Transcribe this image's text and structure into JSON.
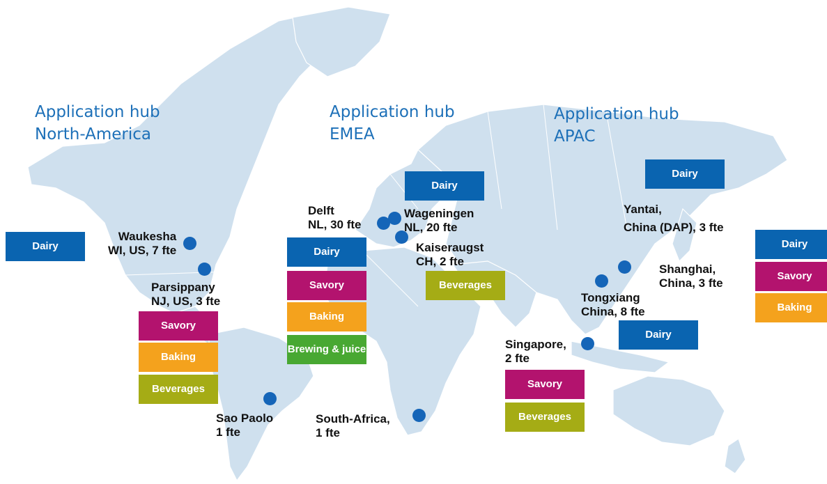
{
  "hubs": {
    "north_america": {
      "line1": "Application hub",
      "line2": "North-America"
    },
    "emea": {
      "line1": "Application hub",
      "line2": "EMEA"
    },
    "apac": {
      "line1": "Application hub",
      "line2": "APAC"
    }
  },
  "locations": {
    "waukesha": {
      "line1": "Waukesha",
      "line2": "WI, US, 7 fte"
    },
    "parsippany": {
      "line1": "Parsippany",
      "line2": "NJ, US, 3 fte"
    },
    "sao_paolo": {
      "line1": "Sao Paolo",
      "line2": "1 fte"
    },
    "delft": {
      "line1": "Delft",
      "line2": "NL, 30 fte"
    },
    "wageningen": {
      "line1": "Wageningen",
      "line2": "NL, 20 fte"
    },
    "kaiseraugst": {
      "line1": "Kaiseraugst",
      "line2": "CH, 2 fte"
    },
    "south_africa": {
      "line1": "South-Africa,",
      "line2": "1 fte"
    },
    "yantai": {
      "line1": "Yantai,",
      "line2": "China (DAP), 3 fte"
    },
    "shanghai": {
      "line1": "Shanghai,",
      "line2": "China, 3 fte"
    },
    "tongxiang": {
      "line1": "Tongxiang",
      "line2": "China, 8 fte"
    },
    "singapore": {
      "line1": "Singapore,",
      "line2": "2 fte"
    }
  },
  "tags": {
    "na_left_dairy": "Dairy",
    "parsippany_savory": "Savory",
    "parsippany_baking": "Baking",
    "parsippany_beverages": "Beverages",
    "emea_dairy": "Dairy",
    "emea_savory": "Savory",
    "emea_baking": "Baking",
    "emea_brewing": "Brewing & juice",
    "wageningen_dairy": "Dairy",
    "kaiseraugst_beverages": "Beverages",
    "yantai_dairy": "Dairy",
    "apac_right_dairy": "Dairy",
    "apac_right_savory": "Savory",
    "apac_right_baking": "Baking",
    "tongxiang_dairy": "Dairy",
    "singapore_savory": "Savory",
    "singapore_beverages": "Beverages"
  },
  "colors": {
    "land": "#cfe0ee",
    "hub_text": "#1d70b8",
    "dot": "#1565b8",
    "dairy": "#0a64b0",
    "savory": "#b3136e",
    "baking": "#f4a21d",
    "beverages": "#a5ac15",
    "brewing": "#48a832"
  }
}
